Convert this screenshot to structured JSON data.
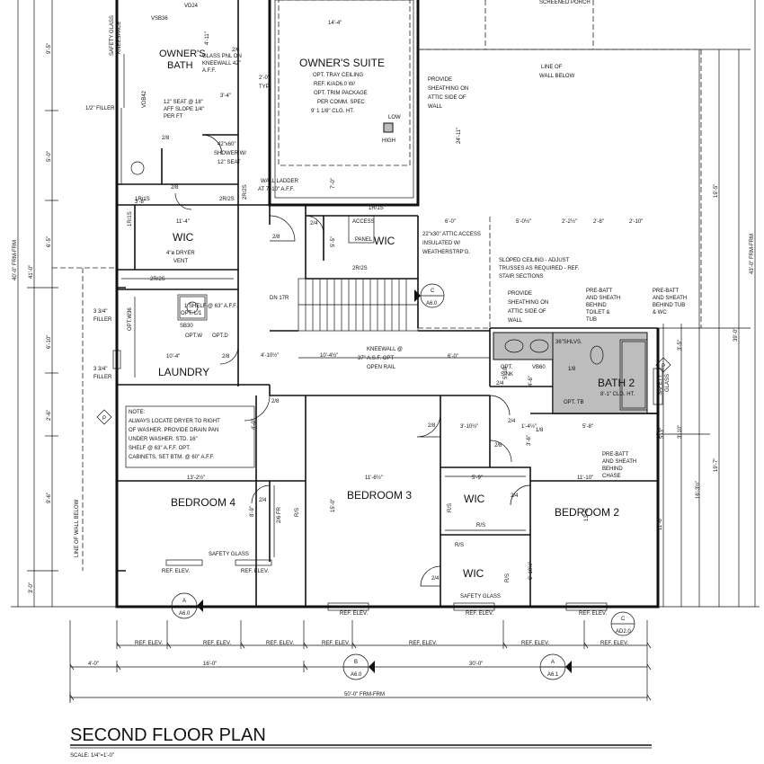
{
  "title": "SECOND FLOOR PLAN",
  "scale": "SCALE: 1/4\"=1'-0\"",
  "rooms": {
    "owners_suite": "OWNER'S SUITE",
    "owners_bath_1": "OWNER'S",
    "owners_bath_2": "BATH",
    "wic_1": "WIC",
    "wic_2": "WIC",
    "wic_3": "WIC",
    "wic_4": "WIC",
    "laundry": "LAUNDRY",
    "bedroom_4": "BEDROOM 4",
    "bedroom_3": "BEDROOM 3",
    "bedroom_2": "BEDROOM 2",
    "bath_2": "BATH 2"
  },
  "notes": {
    "tray_1": "OPT. TRAY CEILING",
    "tray_2": "REF. K/AD6.0 W/",
    "tray_3": "OPT. TRIM PACKAGE",
    "tray_4": "PER COMM. SPEC",
    "tray_5": "9' 1 1/8\" CLG. HT.",
    "glass_1": "GLASS PNL ON",
    "glass_2": "KNEEWALL 42\"",
    "glass_3": "A.F.F.",
    "seat_1": "12\" SEAT @ 18\"",
    "seat_2": "AFF SLOPE 1/4\"",
    "seat_3": "PER FT",
    "shower_1": "42\"x60\"",
    "shower_2": "SHOWER W/",
    "shower_3": "12\" SEAT",
    "ladder_1": "WALL LADDER",
    "ladder_2": "AT 7'-10\" A.F.F.",
    "access_1": "ACCESS",
    "access_2": "PANEL",
    "attic_1": "22\"x30\" ATTIC ACCESS",
    "attic_2": "INSULATED W/",
    "attic_3": "WEATHERSTRP'G.",
    "sloped_1": "SLOPED CEILING - ADJUST",
    "sloped_2": "TRUSSES AS REQUIRED - REF.",
    "sloped_3": "STAIR SECTIONS",
    "sheath_a1": "PROVIDE",
    "sheath_a2": "SHEATHING ON",
    "sheath_a3": "ATTIC SIDE OF",
    "sheath_a4": "WALL",
    "sheath_b1": "PROVIDE",
    "sheath_b2": "SHEATHING ON",
    "sheath_b3": "ATTIC SIDE OF",
    "sheath_b4": "WALL",
    "line_wall_1": "LINE OF",
    "line_wall_2": "WALL BELOW",
    "line_wall_v": "LINE OF WALL BELOW",
    "screened_porch": "SCREENED PORCH",
    "prebatt_1a": "PRE-BATT",
    "prebatt_1b": "AND SHEATH",
    "prebatt_1c": "BEHIND",
    "prebatt_1d": "TOILET &",
    "prebatt_1e": "TUB",
    "prebatt_2a": "PRE-BATT",
    "prebatt_2b": "AND SHEATH",
    "prebatt_2c": "BEHIND TUB",
    "prebatt_2d": "& WC",
    "prebatt_3a": "PRE-BATT",
    "prebatt_3b": "AND SHEATH",
    "prebatt_3c": "BEHIND",
    "prebatt_3d": "CHASE",
    "dryer_1": "4\"ø DRYER",
    "dryer_2": "VENT",
    "shelf": "1 SHELF @ 63\" A.F.F.",
    "dn_17r": "DN 17R",
    "kneewall_1": "KNEEWALL @",
    "kneewall_2": "37\" A.S.F. OPT",
    "kneewall_3": "OPEN RAIL",
    "note_1": "NOTE:",
    "note_2": "ALWAYS LOCATE DRYER TO RIGHT",
    "note_3": "OF WASHER. PROVIDE DRAIN PAN",
    "note_4": "UNDER WASHER. STD. 16\"",
    "note_5": "SHELF @ 63\" A.F.F. OPT.",
    "note_6": "CABINETS, SET BTM. @ 60\" A.F.F.",
    "safety_1": "SAFETY GLASS",
    "safety_2": "SAFETY GLASS",
    "safety_3": "SAFETY GLASS",
    "safety_4": "SAFETY",
    "safety_5": "GLASS",
    "kneespace": "KNEESPACE",
    "filler_1": "1/2\" FILLER",
    "filler_2a": "3 3/4\"",
    "filler_2b": "FILLER",
    "filler_3a": "3 3/4\"",
    "filler_3b": "FILLER",
    "shlvs": "36\"SHLVS.",
    "bath2_ht": "8'-1\" CLG. HT.",
    "low": "LOW",
    "high": "HIGH",
    "opt_sink": "OPT.",
    "sink": "SINK",
    "vb60": "VB60",
    "vsb36": "VSB36",
    "vdb42": "VDB42",
    "sb30": "SB30",
    "opt_w": "OPT.W",
    "opt_d": "OPT.D",
    "opt_l": "OPT. L/1",
    "opt_w36": "OPT.W36",
    "opt_tb": "OPT. TB",
    "vd24": "VD24",
    "typ": "TYP."
  },
  "codes": {
    "r1s_1": "1R/1S",
    "r2s_1": "2R/2S",
    "r1s_2": "1R/1S",
    "r2s_2": "2R/2S",
    "r2s_3": "2R/2S",
    "r2s_4": "2R/2S",
    "r1s_3": "1R/1S",
    "rs_1": "R/S",
    "rs_2": "R/S",
    "rs_3": "R/S",
    "rs_4": "R/S",
    "rs_5": "R/S",
    "fr": "2/6 FR",
    "d28_1": "2/8",
    "d28_2": "2/8",
    "d28_3": "2/8",
    "d28_4": "2/8",
    "d28_5": "2/8",
    "d28_6": "2/8",
    "d28_7": "2/8",
    "d24_1": "2/4",
    "d24_2": "2/4",
    "d24_3": "2/4",
    "d24_4": "2/4",
    "d24_5": "2/4",
    "d24_6": "2/4",
    "d26": "2/6",
    "d18": "1/8",
    "d18b": "1/8"
  },
  "dims": {
    "d_14_4": "14'-4\"",
    "d_11_4": "11'-4\"",
    "d_10_4": "10'-4\"",
    "d_13_2": "13'-2½\"",
    "d_11_6": "11'-6½\"",
    "d_11_10": "11'-10\"",
    "d_6_0a": "6'-0\"",
    "d_5_0": "5'-0½\"",
    "d_2_2": "2'-2½\"",
    "d_2_8": "2'-8\"",
    "d_2_10": "2'-10\"",
    "d_6_0b": "6'-0\"",
    "d_5_9": "5'-9\"",
    "d_3_10": "3'-10½\"",
    "d_5_8": "5'-8\"",
    "d_4_0": "4'-0\"",
    "d_16_0": "16'-0\"",
    "d_30_0": "30'-0\"",
    "d_50_0": "50'-0\" FRM-FRM",
    "d_41_0": "41'-0\"",
    "d_40_0": "40'-0\" FRM-FRM",
    "d_43_0": "43'-0\" FRM-FRM",
    "d_19_5": "19'-5\"",
    "d_19_7": "19'-7\"",
    "d_16_3": "16'-3½\"",
    "d_11_6v": "11'-6\"",
    "d_39_0": "39'-0\"",
    "d_24_11": "24'-11\"",
    "d_9_5": "9'-5\"",
    "d_6_5": "6'-5\"",
    "d_6_10": "6'-10\"",
    "d_9_6": "9'-6\"",
    "d_5_0v": "5'-0\"",
    "d_3_0": "3'-0\"",
    "d_2_6": "2'-6\"",
    "d_4_0v": "4'-0\"",
    "d_10_4b": "10'-4½\"",
    "d_4_10": "4'-10½\"",
    "d_5_5": "5'-5\"",
    "d_7_0": "7'-0\"",
    "d_2_0": "2'-0\"",
    "d_3_4": "3'-4\"",
    "d_3_8": "3'-8\"",
    "d_4_11": "4'-11\"",
    "d_1_4": "1'-4½\"",
    "d_3_6": "3'-6\"",
    "d_5_3": "5'-3\"",
    "d_13_6": "13'-6\"",
    "d_15_0": "15'-0\"",
    "d_8_9": "8'-9\"",
    "d_6_10b": "6'-10½\"",
    "d_4_6": "4'-6\"",
    "d_3_5": "3'-5\"",
    "d_3_10v": "3'-10\"",
    "d_5_10": "5'-10\""
  },
  "ref_elev": "REF. ELEV.",
  "section_markers": [
    {
      "letter": "A",
      "sheet": "A6.0"
    },
    {
      "letter": "B",
      "sheet": "A6.0"
    },
    {
      "letter": "A",
      "sheet": "A6.1"
    },
    {
      "letter": "C",
      "sheet": "A6.0"
    },
    {
      "letter": "C",
      "sheet": "AD2.0"
    }
  ],
  "p_marker": "P"
}
